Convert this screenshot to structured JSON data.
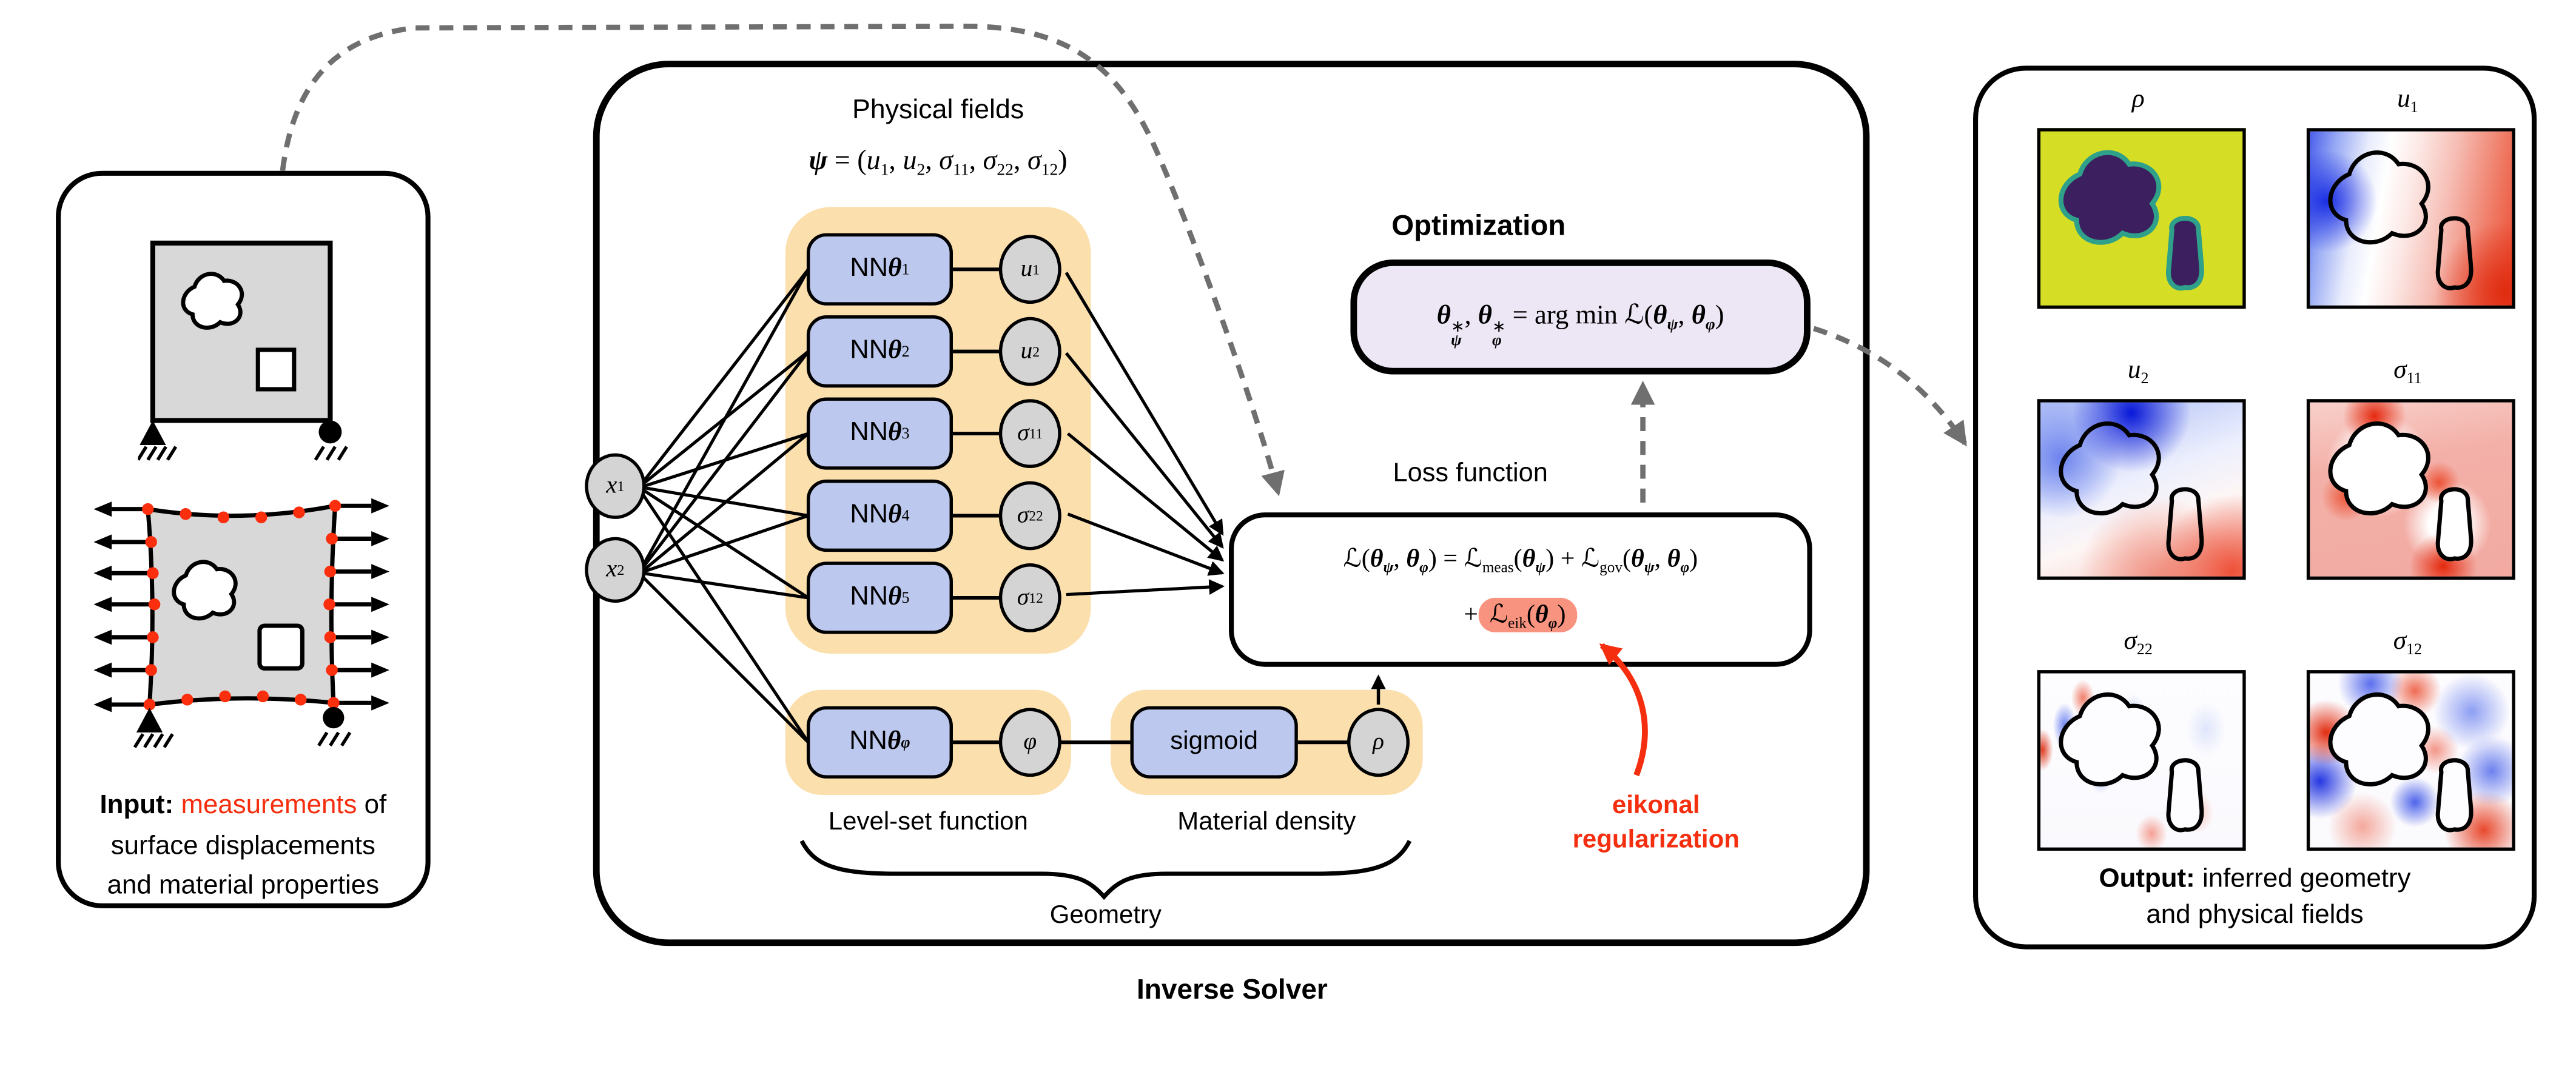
{
  "colors": {
    "accent_red": "#f42e0e",
    "orange_group": "#fbdfad",
    "nn_box_blue": "#bcc8ed",
    "node_gray": "#d4d4d4",
    "optimization_lavender": "#ece6f5",
    "eikonal_salmon": "#f8937f",
    "dash_gray": "#6f6f6f",
    "viridis_yellow": "#d5de25",
    "viridis_purple": "#3b1f5e"
  },
  "input_panel": {
    "caption_line1": [
      {
        "c": "b",
        "v": "Input:"
      },
      {
        "c": "n",
        "v": " "
      },
      {
        "c": "red",
        "v": "measurements"
      },
      {
        "c": "n",
        "v": " of"
      }
    ],
    "caption_line2": "surface displacements",
    "caption_line3": "and material properties"
  },
  "solver_panel": {
    "bottom_label": "Inverse Solver",
    "physical_fields_title": "Physical fields",
    "psi_formula": [
      {
        "c": "bi",
        "v": "ψ"
      },
      {
        "c": "rm",
        "v": " = ("
      },
      {
        "c": "it",
        "v": "u"
      },
      {
        "c": "sub",
        "v": "1"
      },
      {
        "c": "rm",
        "v": ", "
      },
      {
        "c": "it",
        "v": "u"
      },
      {
        "c": "sub",
        "v": "2"
      },
      {
        "c": "rm",
        "v": ", "
      },
      {
        "c": "it",
        "v": "σ"
      },
      {
        "c": "sub",
        "v": "11"
      },
      {
        "c": "rm",
        "v": ", "
      },
      {
        "c": "it",
        "v": "σ"
      },
      {
        "c": "sub",
        "v": "22"
      },
      {
        "c": "rm",
        "v": ", "
      },
      {
        "c": "it",
        "v": "σ"
      },
      {
        "c": "sub",
        "v": "12"
      },
      {
        "c": "rm",
        "v": ")"
      }
    ],
    "input_nodes": [
      [
        {
          "c": "it",
          "v": "x"
        },
        {
          "c": "sub",
          "v": "1"
        }
      ],
      [
        {
          "c": "it",
          "v": "x"
        },
        {
          "c": "sub",
          "v": "2"
        }
      ]
    ],
    "nn_rows": [
      {
        "box": [
          {
            "c": "sf",
            "v": "NN "
          },
          {
            "c": "bi",
            "v": "θ"
          },
          {
            "c": "sub",
            "v": "1"
          }
        ],
        "out": [
          {
            "c": "it",
            "v": "u"
          },
          {
            "c": "sub",
            "v": "1"
          }
        ]
      },
      {
        "box": [
          {
            "c": "sf",
            "v": "NN "
          },
          {
            "c": "bi",
            "v": "θ"
          },
          {
            "c": "sub",
            "v": "2"
          }
        ],
        "out": [
          {
            "c": "it",
            "v": "u"
          },
          {
            "c": "sub",
            "v": "2"
          }
        ]
      },
      {
        "box": [
          {
            "c": "sf",
            "v": "NN "
          },
          {
            "c": "bi",
            "v": "θ"
          },
          {
            "c": "sub",
            "v": "3"
          }
        ],
        "out": [
          {
            "c": "it",
            "v": "σ"
          },
          {
            "c": "sub",
            "v": "11"
          }
        ]
      },
      {
        "box": [
          {
            "c": "sf",
            "v": "NN "
          },
          {
            "c": "bi",
            "v": "θ"
          },
          {
            "c": "sub",
            "v": "4"
          }
        ],
        "out": [
          {
            "c": "it",
            "v": "σ"
          },
          {
            "c": "sub",
            "v": "22"
          }
        ]
      },
      {
        "box": [
          {
            "c": "sf",
            "v": "NN "
          },
          {
            "c": "bi",
            "v": "θ"
          },
          {
            "c": "sub",
            "v": "5"
          }
        ],
        "out": [
          {
            "c": "it",
            "v": "σ"
          },
          {
            "c": "sub",
            "v": "12"
          }
        ]
      }
    ],
    "levelset_box": [
      {
        "c": "sf",
        "v": "NN "
      },
      {
        "c": "bi",
        "v": "θ"
      },
      {
        "c": "subbi",
        "v": "φ"
      }
    ],
    "phi_node": [
      {
        "c": "it",
        "v": "φ"
      }
    ],
    "sigmoid_label": "sigmoid",
    "rho_node": [
      {
        "c": "it",
        "v": "ρ"
      }
    ],
    "levelset_label": "Level-set function",
    "density_label": "Material density",
    "geometry_label": "Geometry",
    "loss_label": "Loss function",
    "loss_line1": [
      {
        "c": "scr",
        "v": "ℒ"
      },
      {
        "c": "rm",
        "v": "("
      },
      {
        "c": "bi",
        "v": "θ"
      },
      {
        "c": "subbi",
        "v": "ψ"
      },
      {
        "c": "rm",
        "v": ", "
      },
      {
        "c": "bi",
        "v": "θ"
      },
      {
        "c": "subbi",
        "v": "φ"
      },
      {
        "c": "rm",
        "v": ") = "
      },
      {
        "c": "scr",
        "v": "ℒ"
      },
      {
        "c": "sub",
        "v": "meas"
      },
      {
        "c": "rm",
        "v": "("
      },
      {
        "c": "bi",
        "v": "θ"
      },
      {
        "c": "subbi",
        "v": "ψ"
      },
      {
        "c": "rm",
        "v": ") + "
      },
      {
        "c": "scr",
        "v": "ℒ"
      },
      {
        "c": "sub",
        "v": "gov"
      },
      {
        "c": "rm",
        "v": "("
      },
      {
        "c": "bi",
        "v": "θ"
      },
      {
        "c": "subbi",
        "v": "ψ"
      },
      {
        "c": "rm",
        "v": ", "
      },
      {
        "c": "bi",
        "v": "θ"
      },
      {
        "c": "subbi",
        "v": "φ"
      },
      {
        "c": "rm",
        "v": ")"
      }
    ],
    "loss_plus": [
      {
        "c": "rm",
        "v": "+"
      }
    ],
    "loss_eik": [
      {
        "c": "scr",
        "v": "ℒ"
      },
      {
        "c": "sub",
        "v": "eik"
      },
      {
        "c": "rm",
        "v": "("
      },
      {
        "c": "bi",
        "v": "θ"
      },
      {
        "c": "subbi",
        "v": "φ"
      },
      {
        "c": "rm",
        "v": ")"
      }
    ],
    "optimization_label": "Optimization",
    "opt_formula": [
      {
        "c": "bi",
        "v": "θ"
      },
      {
        "c": "stk",
        "v": "∗|ψ"
      },
      {
        "c": "rm",
        "v": ", "
      },
      {
        "c": "bi",
        "v": "θ"
      },
      {
        "c": "stk",
        "v": "∗|φ"
      },
      {
        "c": "rm",
        "v": " = arg min "
      },
      {
        "c": "scr",
        "v": "ℒ"
      },
      {
        "c": "rm",
        "v": "("
      },
      {
        "c": "bi",
        "v": "θ"
      },
      {
        "c": "subbi",
        "v": "ψ"
      },
      {
        "c": "rm",
        "v": ", "
      },
      {
        "c": "bi",
        "v": "θ"
      },
      {
        "c": "subbi",
        "v": "φ"
      },
      {
        "c": "rm",
        "v": ")"
      }
    ],
    "eikonal_note_line1": "eikonal",
    "eikonal_note_line2": "regularization"
  },
  "output_panel": {
    "field_labels": {
      "rho": [
        {
          "c": "it",
          "v": "ρ"
        }
      ],
      "u1": [
        {
          "c": "it",
          "v": "u"
        },
        {
          "c": "sub",
          "v": "1"
        }
      ],
      "u2": [
        {
          "c": "it",
          "v": "u"
        },
        {
          "c": "sub",
          "v": "2"
        }
      ],
      "s11": [
        {
          "c": "it",
          "v": "σ"
        },
        {
          "c": "sub",
          "v": "11"
        }
      ],
      "s22": [
        {
          "c": "it",
          "v": "σ"
        },
        {
          "c": "sub",
          "v": "22"
        }
      ],
      "s12": [
        {
          "c": "it",
          "v": "σ"
        },
        {
          "c": "sub",
          "v": "12"
        }
      ]
    },
    "caption_line1": [
      {
        "c": "b",
        "v": "Output:"
      },
      {
        "c": "n",
        "v": " inferred geometry"
      }
    ],
    "caption_line2": "and physical fields"
  }
}
